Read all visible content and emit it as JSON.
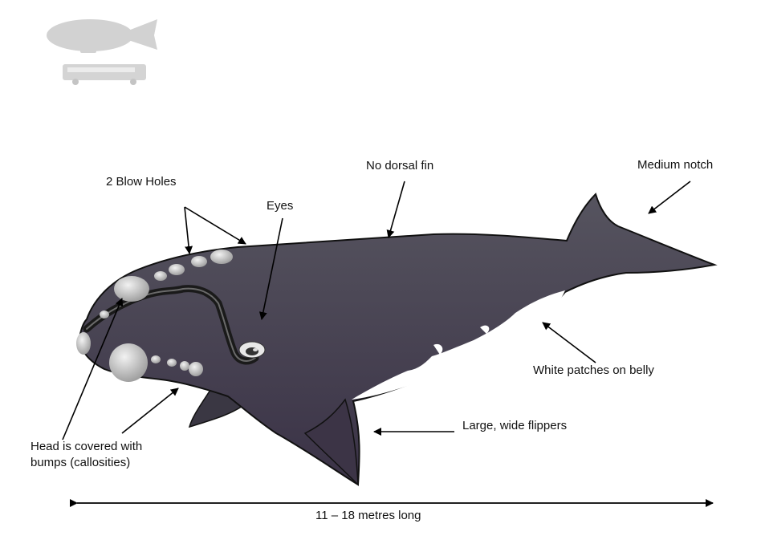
{
  "labels": {
    "blow_holes": "2 Blow Holes",
    "eyes": "Eyes",
    "no_dorsal_fin": "No dorsal fin",
    "medium_notch": "Medium notch",
    "white_patches": "White patches on belly",
    "flippers": "Large, wide flippers",
    "head_bumps": "Head is covered with\nbumps (callosities)",
    "length": "11 – 18 metres long"
  },
  "icons": [
    "blimp-icon",
    "bus-icon"
  ],
  "colors": {
    "whale_top": "#4e4c58",
    "whale_bottom": "#3c3448",
    "belly_patch": "#ffffff",
    "callosity": "#c8c8c8",
    "scale_icons": "#cfcfcf",
    "arrows": "#000000"
  }
}
